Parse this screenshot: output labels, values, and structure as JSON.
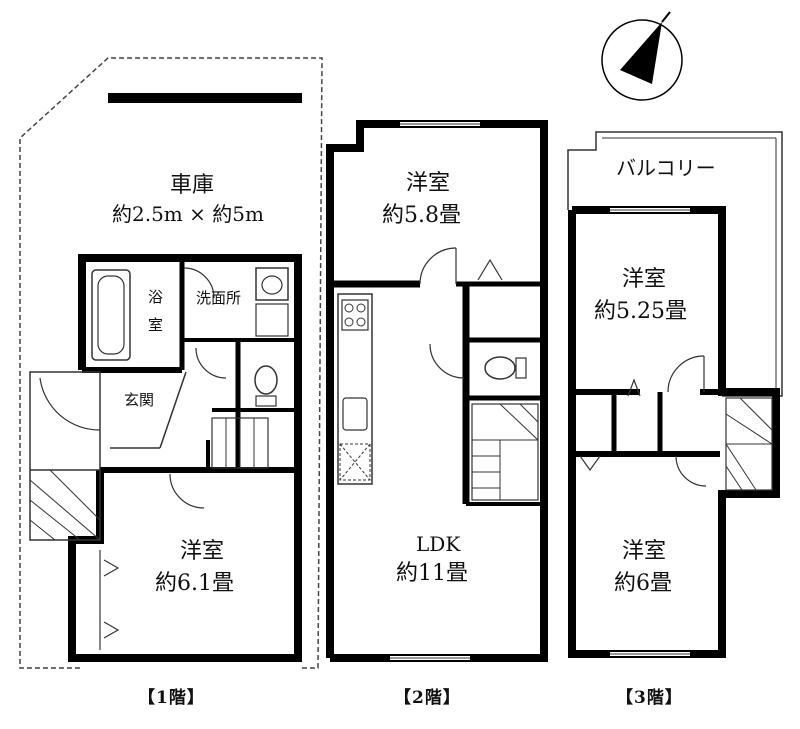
{
  "floors": [
    {
      "key": "floor1",
      "label": "【1階】",
      "rooms": {
        "garage": {
          "name": "車庫",
          "size": "約2.5m × 約5m"
        },
        "bath": {
          "name_line1": "浴",
          "name_line2": "室"
        },
        "washroom": {
          "name": "洗面所"
        },
        "entrance": {
          "name": "玄関"
        },
        "western": {
          "name": "洋室",
          "size": "約6.1畳"
        }
      }
    },
    {
      "key": "floor2",
      "label": "【2階】",
      "rooms": {
        "western": {
          "name": "洋室",
          "size": "約5.8畳"
        },
        "ldk": {
          "name": "LDK",
          "size": "約11畳"
        }
      }
    },
    {
      "key": "floor3",
      "label": "【3階】",
      "rooms": {
        "balcony": {
          "name": "バルコリー"
        },
        "western_a": {
          "name": "洋室",
          "size": "約5.25畳"
        },
        "western_b": {
          "name": "洋室",
          "size": "約6畳"
        }
      }
    }
  ],
  "compass": {
    "icon": "north-arrow-icon"
  },
  "colors": {
    "wall": "#000000",
    "line": "#333333",
    "background": "#ffffff"
  }
}
